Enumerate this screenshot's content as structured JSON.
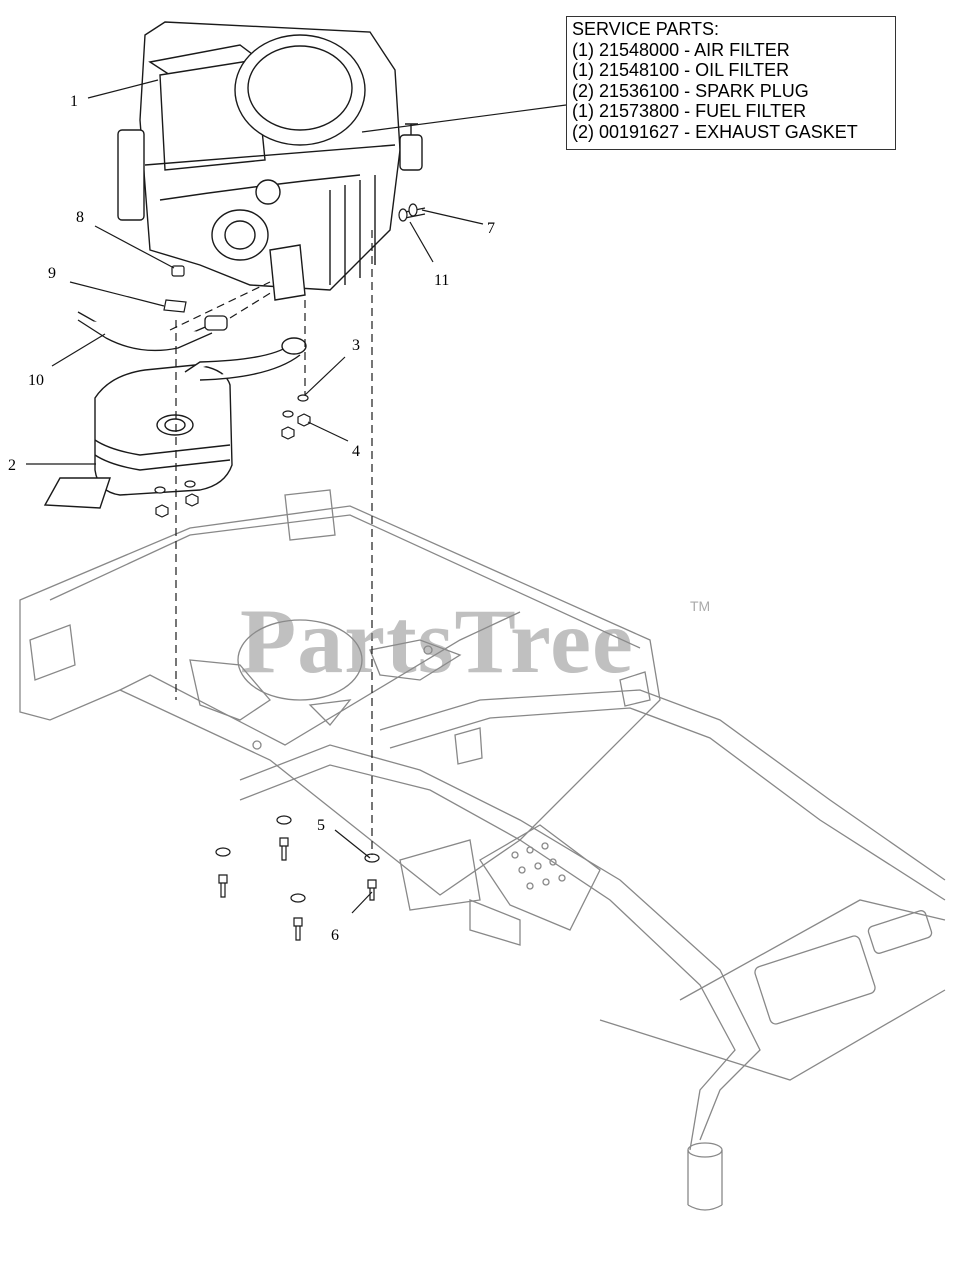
{
  "service_parts": {
    "title": "SERVICE PARTS:",
    "items": [
      "(1) 21548000 - AIR FILTER",
      "(1) 21548100 - OIL FILTER",
      "(2) 21536100 - SPARK PLUG",
      "(1) 21573800 - FUEL FILTER",
      "(2) 00191627 - EXHAUST GASKET"
    ]
  },
  "callouts": {
    "c1": "1",
    "c2": "2",
    "c3": "3",
    "c4": "4",
    "c5": "5",
    "c6": "6",
    "c7": "7",
    "c8": "8",
    "c9": "9",
    "c10": "10",
    "c11": "11"
  },
  "watermark": {
    "text": "PartsTree",
    "tm": "TM"
  },
  "colors": {
    "line": "#1a1a1a",
    "frame": "#777777",
    "watermark": "#8c8c8c"
  }
}
